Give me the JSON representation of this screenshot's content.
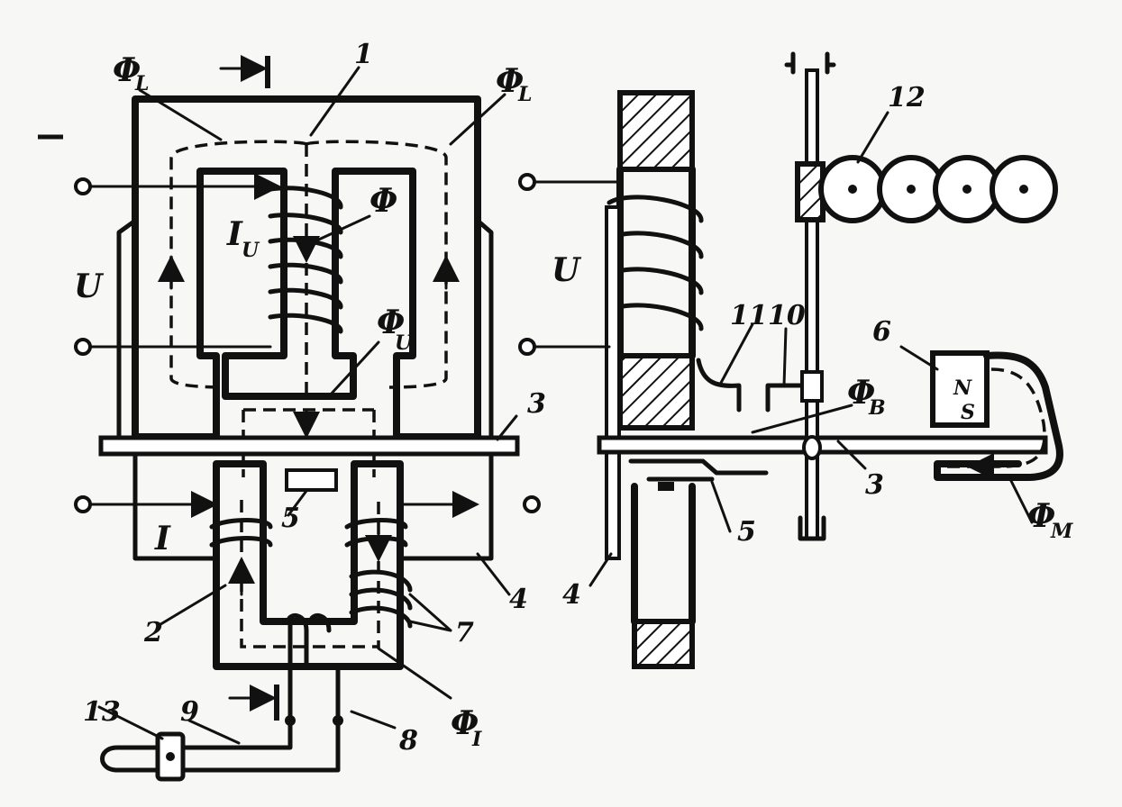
{
  "diagram": {
    "labels": {
      "n1": "1",
      "n2": "2",
      "n3a": "3",
      "n3b": "3",
      "n4a": "4",
      "n4b": "4",
      "n5a": "5",
      "n5b": "5",
      "n6": "6",
      "n7": "7",
      "n8": "8",
      "n9": "9",
      "n10": "10",
      "n11": "11",
      "n12": "12",
      "n13": "13"
    },
    "symbols": {
      "phi": "Φ",
      "phi_L_left": "Φ",
      "phi_L_left_sub": "L",
      "phi_L_right": "Φ",
      "phi_L_right_sub": "L",
      "phi_U": "Φ",
      "phi_U_sub": "U",
      "phi_I": "Φ",
      "phi_I_sub": "I",
      "phi_B": "Φ",
      "phi_B_sub": "B",
      "phi_M": "Φ",
      "phi_M_sub": "M",
      "I_U": "I",
      "I_U_sub": "U",
      "U_left": "U",
      "U_right": "U",
      "I": "I",
      "magnet_N": "N",
      "magnet_S": "S"
    }
  }
}
